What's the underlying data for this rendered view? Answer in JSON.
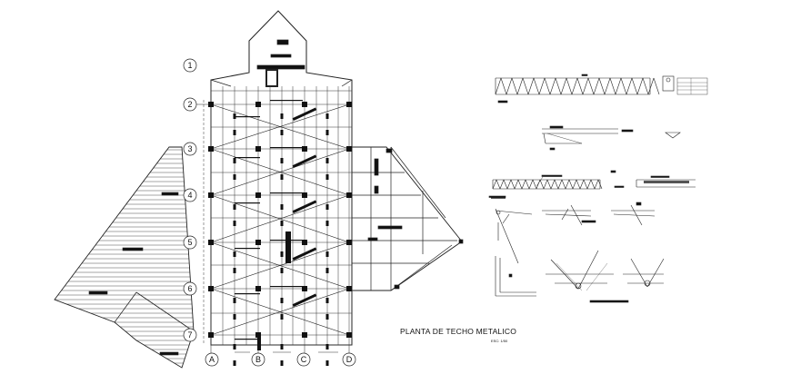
{
  "drawing": {
    "title": "PLANTA DE TECHO METALICO",
    "scale": "ESC: 1/50",
    "row_labels": [
      "1",
      "2",
      "3",
      "4",
      "5",
      "6",
      "7"
    ],
    "col_labels": [
      "A",
      "B",
      "C",
      "D"
    ]
  }
}
